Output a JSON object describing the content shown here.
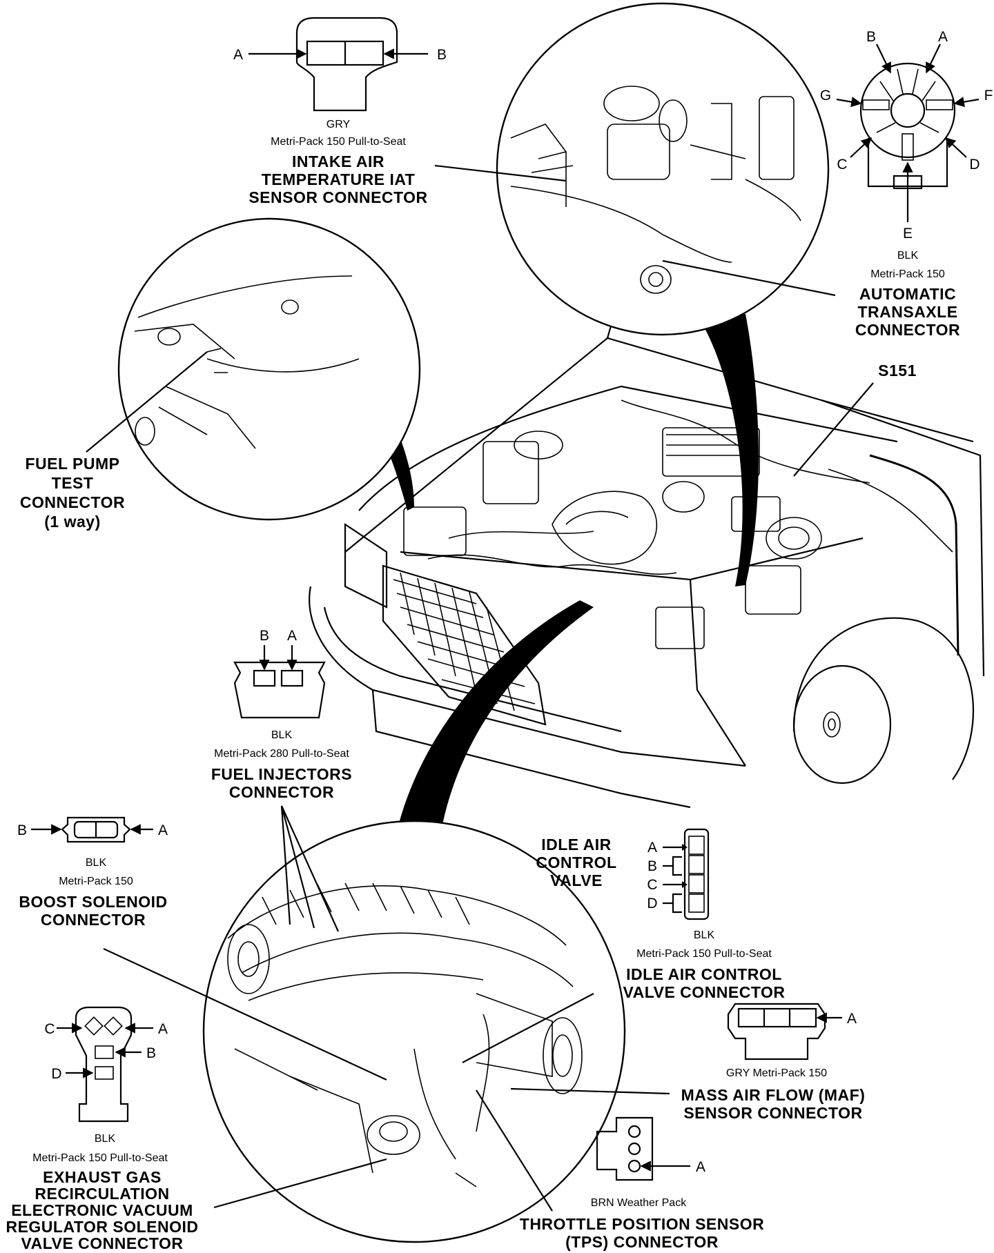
{
  "iat": {
    "pins": [
      "A",
      "B"
    ],
    "color": "GRY",
    "type": "Metri-Pack 150 Pull-to-Seat",
    "title": [
      "INTAKE AIR",
      "TEMPERATURE IAT",
      "SENSOR CONNECTOR"
    ]
  },
  "trans": {
    "pins": [
      "B",
      "A",
      "G",
      "F",
      "C",
      "D",
      "E"
    ],
    "color": "BLK",
    "type": "Metri-Pack 150",
    "title": [
      "AUTOMATIC",
      "TRANSAXLE",
      "CONNECTOR"
    ]
  },
  "fuel_pump": {
    "title": [
      "FUEL PUMP",
      "TEST",
      "CONNECTOR",
      "(1 way)"
    ]
  },
  "s151": {
    "label": "S151"
  },
  "injectors": {
    "pins": [
      "B",
      "A"
    ],
    "color": "BLK",
    "type": "Metri-Pack 280 Pull-to-Seat",
    "title": [
      "FUEL INJECTORS",
      "CONNECTOR"
    ]
  },
  "boost": {
    "pins": [
      "B",
      "A"
    ],
    "color": "BLK",
    "type": "Metri-Pack 150",
    "title": [
      "BOOST SOLENOID",
      "CONNECTOR"
    ]
  },
  "iac": {
    "heading": [
      "IDLE AIR",
      "CONTROL",
      "VALVE"
    ],
    "pins": [
      "A",
      "B",
      "C",
      "D"
    ],
    "color": "BLK",
    "type": "Metri-Pack 150 Pull-to-Seat",
    "title": [
      "IDLE AIR CONTROL",
      "VALVE CONNECTOR"
    ]
  },
  "maf": {
    "pins": [
      "A"
    ],
    "type": "GRY Metri-Pack 150",
    "title": [
      "MASS AIR FLOW (MAF)",
      "SENSOR CONNECTOR"
    ]
  },
  "egr": {
    "pins": [
      "C",
      "A",
      "B",
      "D"
    ],
    "color": "BLK",
    "type": "Metri-Pack 150 Pull-to-Seat",
    "title": [
      "EXHAUST GAS",
      "RECIRCULATION",
      "ELECTRONIC VACUUM",
      "REGULATOR SOLENOID",
      "VALVE CONNECTOR"
    ]
  },
  "tps": {
    "pins": [
      "A"
    ],
    "type": "BRN Weather Pack",
    "title": [
      "THROTTLE POSITION SENSOR",
      "(TPS) CONNECTOR"
    ]
  }
}
